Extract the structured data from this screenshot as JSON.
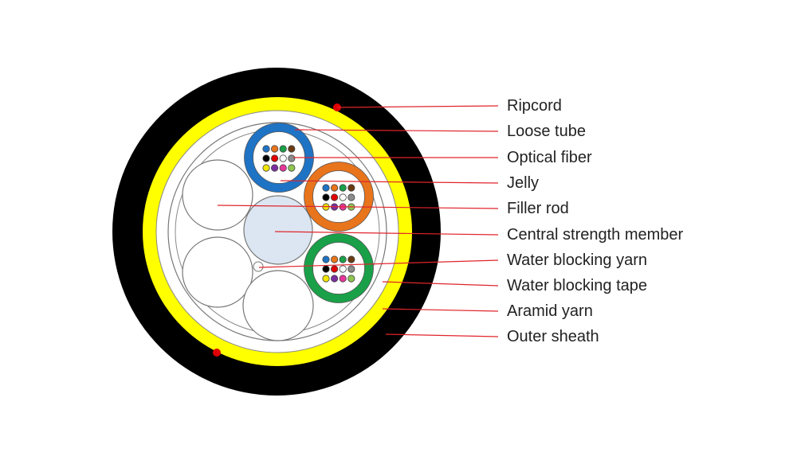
{
  "title": "Fiber optic cable cross-section",
  "labels": [
    {
      "id": "ripcord",
      "text": "Ripcord"
    },
    {
      "id": "loose-tube",
      "text": "Loose tube"
    },
    {
      "id": "optical-fiber",
      "text": "Optical fiber"
    },
    {
      "id": "jelly",
      "text": "Jelly"
    },
    {
      "id": "filler-rod",
      "text": "Filler rod"
    },
    {
      "id": "central-strength-member",
      "text": "Central strength member"
    },
    {
      "id": "water-blocking-yarn",
      "text": "Water blocking yarn"
    },
    {
      "id": "water-blocking-tape",
      "text": "Water blocking tape"
    },
    {
      "id": "aramid-yarn",
      "text": "Aramid yarn"
    },
    {
      "id": "outer-sheath",
      "text": "Outer sheath"
    }
  ],
  "colors": {
    "sheath": "#000000",
    "aramid": "#ffff00",
    "leader": "#e0242b",
    "ripcord": "#e00000",
    "csm": "#dce6f2",
    "tube_blue": "#1f73c4",
    "tube_orange": "#e8741c",
    "tube_green": "#1aa048"
  },
  "fiber_colors": [
    "#1f73c4",
    "#e8741c",
    "#1aa048",
    "#6b3a12",
    "#000000",
    "#e00000",
    "#ffffff",
    "#8c8c8c",
    "#f2e600",
    "#7a2ea0",
    "#e8359a",
    "#8fc650"
  ]
}
